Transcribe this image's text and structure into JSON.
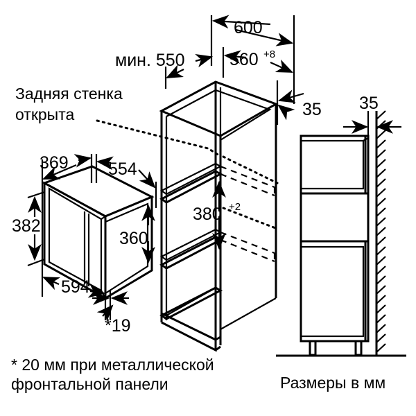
{
  "drawing": {
    "title": "Installation dimension drawing for built-in microwave oven",
    "units_note": "Размеры в мм",
    "footnote_line1": "* 20 мм при металлической",
    "footnote_line2": "фронтальной панели",
    "callout_line1": "Задняя стенка",
    "callout_line2": "открыта",
    "ink_color": "#000000",
    "background_color": "#ffffff"
  },
  "dimensions": {
    "niche_depth_min": "мин. 550",
    "cabinet_width_outer": "600",
    "niche_width": "560",
    "niche_width_tol": "+8",
    "top_panel_thickness": "35",
    "wall_gap": "35",
    "shelf_gap_height": "380",
    "shelf_gap_tol": "+2",
    "appliance_depth": "369",
    "appliance_top_width": "554",
    "appliance_height": "382",
    "appliance_front_height": "360",
    "appliance_width": "594",
    "front_panel_thickness": "*19"
  },
  "views": {
    "appliance_view_name": "isometric-appliance",
    "niche_view_name": "isometric-cabinet-niche",
    "side_view_name": "cabinet-side-elevation"
  }
}
